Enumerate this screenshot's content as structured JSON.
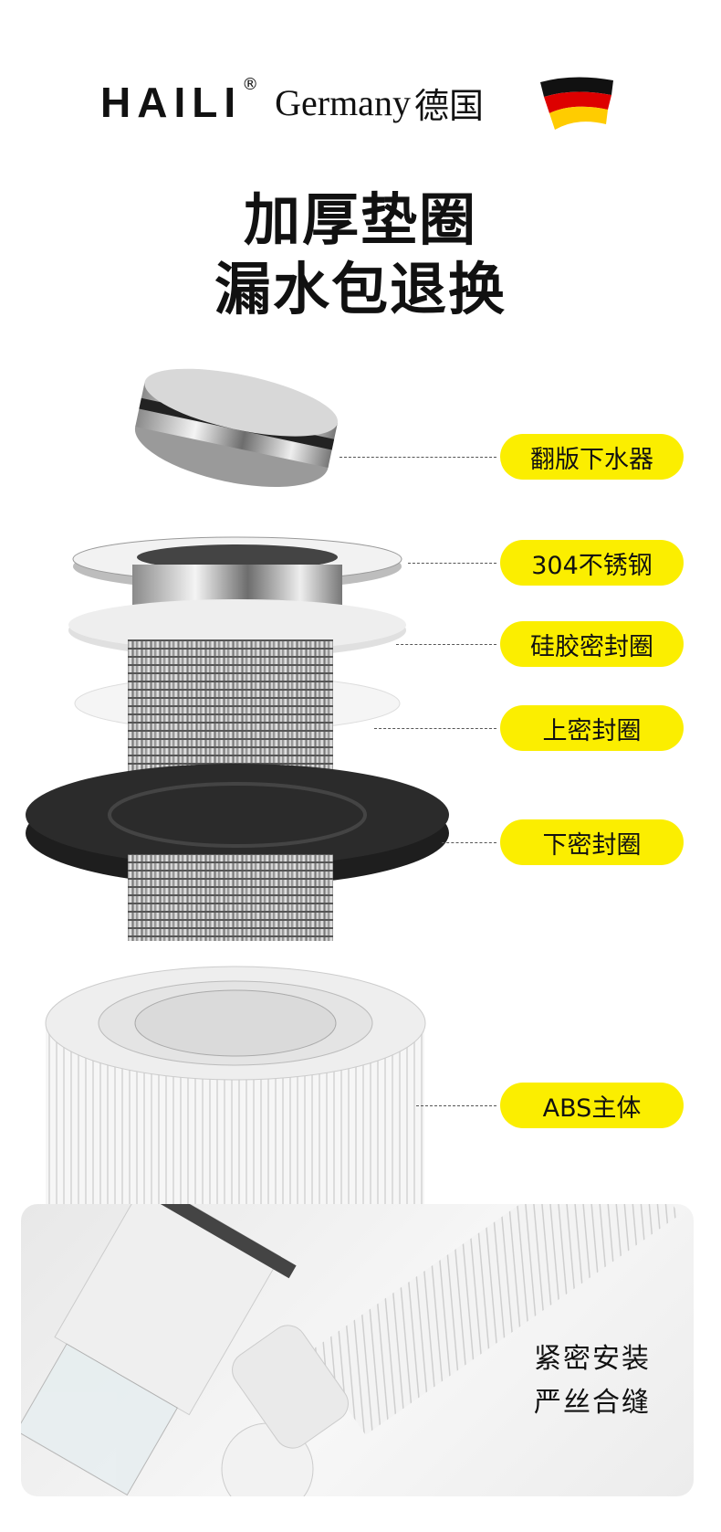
{
  "logo": {
    "brand": "HAILI",
    "registered": "®",
    "country": "Germany",
    "country_cn": "德国",
    "flag_colors": [
      "#111111",
      "#dd0000",
      "#ffcc00"
    ]
  },
  "headline": {
    "line1": "加厚垫圈",
    "line2": "漏水包退换"
  },
  "parts": [
    {
      "label": "翻版下水器"
    },
    {
      "label": "304不锈钢"
    },
    {
      "label": "硅胶密封圈"
    },
    {
      "label": "上密封圈"
    },
    {
      "label": "下密封圈"
    },
    {
      "label": "ABS主体"
    }
  ],
  "panel": {
    "line1": "紧密安装",
    "line2": "严丝合缝"
  },
  "colors": {
    "label_bg": "#fbee00"
  }
}
